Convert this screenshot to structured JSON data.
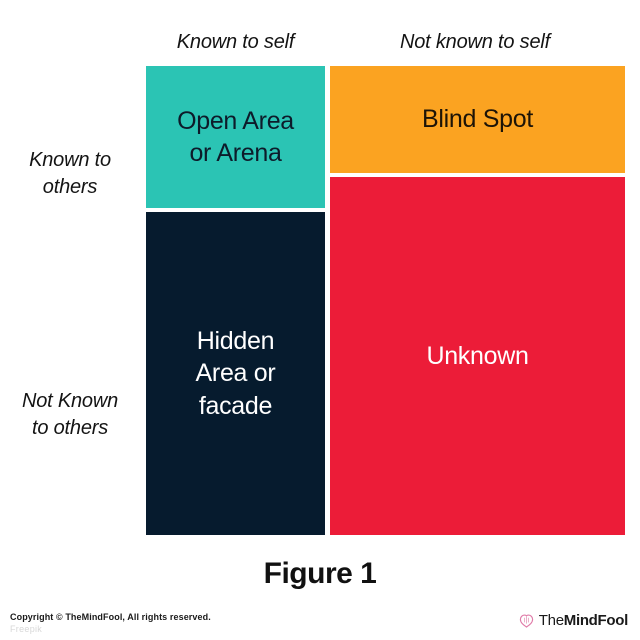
{
  "figure": {
    "caption": "Figure 1",
    "columns": [
      {
        "id": "known-to-self",
        "label": "Known to self"
      },
      {
        "id": "not-known-to-self",
        "label": "Not known to self"
      }
    ],
    "rows": [
      {
        "id": "known-to-others",
        "label": "Known to\nothers"
      },
      {
        "id": "not-known-to-others",
        "label": "Not Known\nto others"
      }
    ],
    "quadrants": [
      {
        "id": "open-area",
        "label": "Open Area\nor Arena",
        "fill": "#2bc4b4",
        "text_color": "#0d1b2a",
        "row": "known-to-others",
        "column": "known-to-self"
      },
      {
        "id": "blind-spot",
        "label": "Blind Spot",
        "fill": "#fba321",
        "text_color": "#1d1407",
        "row": "known-to-others",
        "column": "not-known-to-self"
      },
      {
        "id": "hidden-area",
        "label": "Hidden\nArea or\nfacade",
        "fill": "#061b2e",
        "text_color": "#ffffff",
        "row": "not-known-to-others",
        "column": "known-to-self"
      },
      {
        "id": "unknown",
        "label": "Unknown",
        "fill": "#ec1c38",
        "text_color": "#ffffff",
        "row": "not-known-to-others",
        "column": "not-known-to-self"
      }
    ]
  },
  "footer": {
    "copyright": "Copyright © TheMindFool, All rights reserved.",
    "watermark": "Freepik",
    "logo": {
      "icon": "heart-brain-icon",
      "icon_color": "#e8a0bf",
      "text_light": "The",
      "text_bold": "MindFool"
    }
  }
}
